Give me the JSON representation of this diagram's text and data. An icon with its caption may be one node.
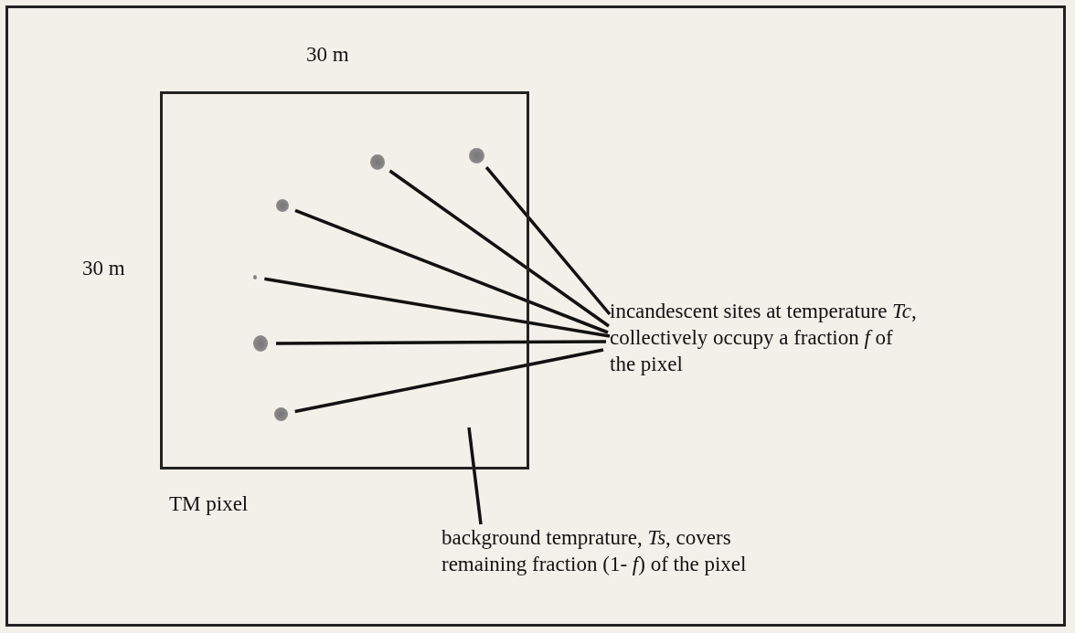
{
  "diagram": {
    "nodes": [
      {
        "text": [],
        "shape": "box",
        "beside": [
          "TM pixel"
        ]
      },
      {
        "text": [],
        "shape": "circle",
        "in": 0
      },
      {
        "text": [],
        "shape": "circle",
        "in": 0
      },
      {
        "text": [],
        "shape": "circle",
        "in": 0
      },
      {
        "text": [],
        "shape": "circle",
        "in": 0
      },
      {
        "text": [],
        "shape": "circle",
        "in": 0
      },
      {
        "text": [],
        "shape": "circle",
        "in": 0
      },
      {
        "text": [
          "incandescent sites at temperature *Tc*,  collectively occupy a fraction *f* of the pixel"
        ]
      },
      {
        "text": [
          "background temprature, *Ts*, covers remaining fraction (1- *f*) of the pixel"
        ]
      }
    ],
    "edges": [
      {
        "from": 7,
        "to": 1,
        "arrow": "none"
      },
      {
        "from": 7,
        "to": 2,
        "arrow": "none"
      },
      {
        "from": 7,
        "to": 3,
        "arrow": "none"
      },
      {
        "from": 7,
        "to": 4,
        "arrow": "none"
      },
      {
        "from": 7,
        "to": 5,
        "arrow": "none"
      },
      {
        "from": 7,
        "to": 6,
        "arrow": "none"
      },
      {
        "from": 8,
        "to": null,
        "arrow": "none"
      }
    ],
    "labels": [
      "30 m",
      "30 m"
    ]
  }
}
